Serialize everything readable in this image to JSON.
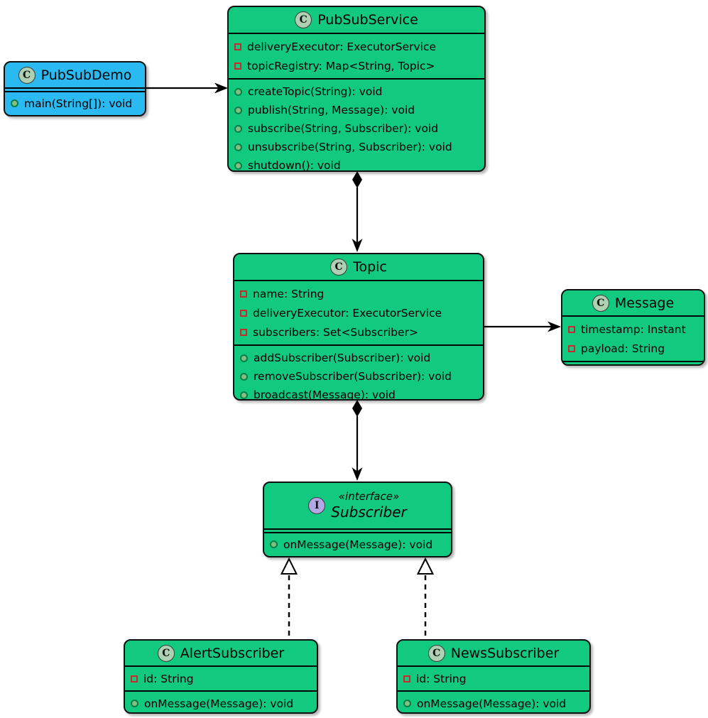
{
  "colors": {
    "class_fill": "#11C97F",
    "demo_fill": "#2BB9F2",
    "border": "#101010",
    "class_badge_fill": "#ADD1B2",
    "interface_badge_fill": "#B4A7E5",
    "field_icon_border": "#C82930",
    "method_icon_border": "#038048",
    "method_icon_fill": "#84BE84"
  },
  "classes": {
    "pubSubDemo": {
      "icon_letter": "C",
      "title": "PubSubDemo",
      "methods": [
        {
          "text": "main(String[]): void"
        }
      ]
    },
    "pubSubService": {
      "icon_letter": "C",
      "title": "PubSubService",
      "fields": [
        {
          "text": "deliveryExecutor: ExecutorService"
        },
        {
          "text": "topicRegistry: Map<String, Topic>"
        }
      ],
      "methods": [
        {
          "text": "createTopic(String): void"
        },
        {
          "text": "publish(String, Message): void"
        },
        {
          "text": "subscribe(String, Subscriber): void"
        },
        {
          "text": "unsubscribe(String, Subscriber): void"
        },
        {
          "text": "shutdown(): void"
        }
      ]
    },
    "topic": {
      "icon_letter": "C",
      "title": "Topic",
      "fields": [
        {
          "text": "name: String"
        },
        {
          "text": "deliveryExecutor: ExecutorService"
        },
        {
          "text": "subscribers: Set<Subscriber>"
        }
      ],
      "methods": [
        {
          "text": "addSubscriber(Subscriber): void"
        },
        {
          "text": "removeSubscriber(Subscriber): void"
        },
        {
          "text": "broadcast(Message): void"
        }
      ]
    },
    "message": {
      "icon_letter": "C",
      "title": "Message",
      "fields": [
        {
          "text": "timestamp: Instant"
        },
        {
          "text": "payload: String"
        }
      ]
    },
    "subscriber": {
      "icon_letter": "I",
      "stereotype": "«interface»",
      "title": "Subscriber",
      "methods": [
        {
          "text": "onMessage(Message): void"
        }
      ]
    },
    "alertSubscriber": {
      "icon_letter": "C",
      "title": "AlertSubscriber",
      "fields": [
        {
          "text": "id: String"
        }
      ],
      "methods": [
        {
          "text": "onMessage(Message): void"
        }
      ]
    },
    "newsSubscriber": {
      "icon_letter": "C",
      "title": "NewsSubscriber",
      "fields": [
        {
          "text": "id: String"
        }
      ],
      "methods": [
        {
          "text": "onMessage(Message): void"
        }
      ]
    }
  },
  "edges": [
    {
      "from": "PubSubDemo",
      "to": "PubSubService",
      "type": "association-arrow"
    },
    {
      "from": "PubSubService",
      "to": "Topic",
      "type": "composition-arrow"
    },
    {
      "from": "Topic",
      "to": "Message",
      "type": "association-arrow"
    },
    {
      "from": "Topic",
      "to": "Subscriber",
      "type": "composition-arrow"
    },
    {
      "from": "AlertSubscriber",
      "to": "Subscriber",
      "type": "realization-dashed"
    },
    {
      "from": "NewsSubscriber",
      "to": "Subscriber",
      "type": "realization-dashed"
    }
  ]
}
